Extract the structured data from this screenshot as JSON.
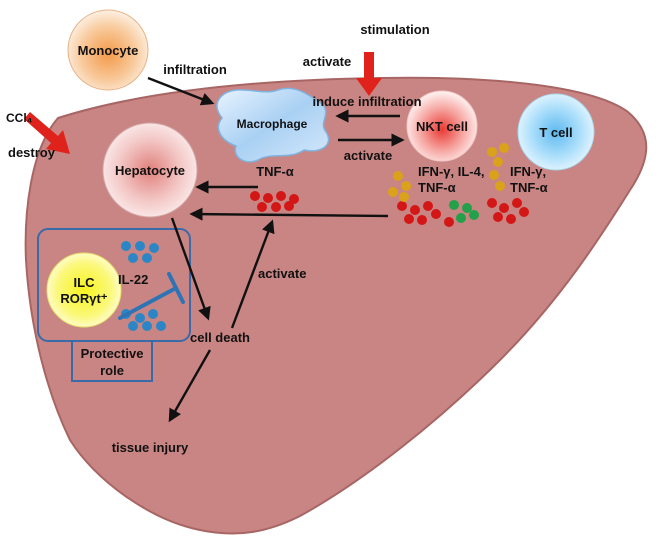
{
  "colors": {
    "liver_fill": "#c98583",
    "liver_stroke": "#a76664",
    "arrow": "#111111",
    "red_arrow": "#e0221c",
    "box_stroke": "#3a6aa8",
    "particle_blue": "#2c86c6",
    "particle_red": "#d31616",
    "particle_gold": "#d9a21a",
    "particle_green": "#22a04a"
  },
  "cells": {
    "monocyte": "Monocyte",
    "hepatocyte": "Hepatocyte",
    "macrophage": "Macrophage",
    "nkt": "NKT cell",
    "tcell": "T cell",
    "ilc_line1": "ILC",
    "ilc_line2": "RORγt⁺"
  },
  "labels": {
    "stimulation": "stimulation",
    "activate_top": "activate",
    "infiltration": "infiltration",
    "induce_infiltration": "induce infiltration",
    "activate_mid": "activate",
    "ccl4": "CCl₄",
    "destroy": "destroy",
    "tnf_macrophage": "TNF-α",
    "nkt_cytokines_1": "IFN-γ, IL-4,",
    "nkt_cytokines_2": "TNF-α",
    "t_cytokines_1": "IFN-γ,",
    "t_cytokines_2": "TNF-α",
    "il22": "IL-22",
    "activate_low": "activate",
    "cell_death": "cell death",
    "tissue_injury": "tissue injury",
    "protective_1": "Protective",
    "protective_2": "role"
  }
}
